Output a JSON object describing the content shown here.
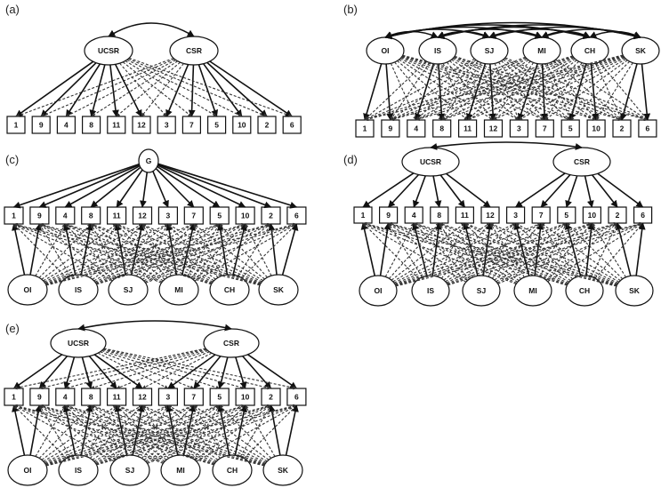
{
  "panels": [
    {
      "label": "(a)",
      "items": [
        "1",
        "9",
        "4",
        "8",
        "11",
        "12",
        "3",
        "7",
        "5",
        "10",
        "2",
        "6"
      ],
      "latents": [
        "UCSR",
        "CSR"
      ]
    },
    {
      "label": "(b)",
      "items": [
        "1",
        "9",
        "4",
        "8",
        "11",
        "12",
        "3",
        "7",
        "5",
        "10",
        "2",
        "6"
      ],
      "latents": [
        "OI",
        "IS",
        "SJ",
        "MI",
        "CH",
        "SK"
      ]
    },
    {
      "label": "(c)",
      "items": [
        "1",
        "9",
        "4",
        "8",
        "11",
        "12",
        "3",
        "7",
        "5",
        "10",
        "2",
        "6"
      ],
      "general": "G",
      "specifics": [
        "OI",
        "IS",
        "SJ",
        "MI",
        "CH",
        "SK"
      ]
    },
    {
      "label": "(d)",
      "items": [
        "1",
        "9",
        "4",
        "8",
        "11",
        "12",
        "3",
        "7",
        "5",
        "10",
        "2",
        "6"
      ],
      "latents": [
        "UCSR",
        "CSR"
      ],
      "specifics": [
        "OI",
        "IS",
        "SJ",
        "MI",
        "CH",
        "SK"
      ]
    },
    {
      "label": "(e)",
      "items": [
        "1",
        "9",
        "4",
        "8",
        "11",
        "12",
        "3",
        "7",
        "5",
        "10",
        "2",
        "6"
      ],
      "latents": [
        "UCSR",
        "CSR"
      ],
      "specifics": [
        "OI",
        "IS",
        "SJ",
        "MI",
        "CH",
        "SK"
      ]
    }
  ],
  "colors": {
    "ink": "#111111",
    "fill": "#ffffff"
  }
}
